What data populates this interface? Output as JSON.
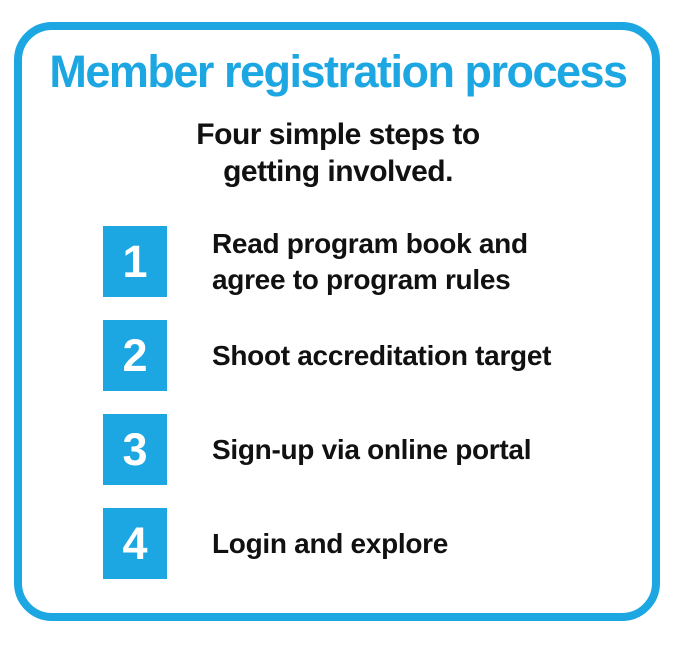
{
  "colors": {
    "accent": "#1CA7E2",
    "ink": "#111111",
    "number_text": "#FFFFFF",
    "background": "#FFFFFF"
  },
  "title": "Member registration process",
  "subtitle": "Four simple steps to\ngetting involved.",
  "steps": [
    {
      "number": "1",
      "text": "Read program book and\nagree to program rules"
    },
    {
      "number": "2",
      "text": "Shoot accreditation target"
    },
    {
      "number": "3",
      "text": "Sign-up via online portal"
    },
    {
      "number": "4",
      "text": "Login and explore"
    }
  ]
}
